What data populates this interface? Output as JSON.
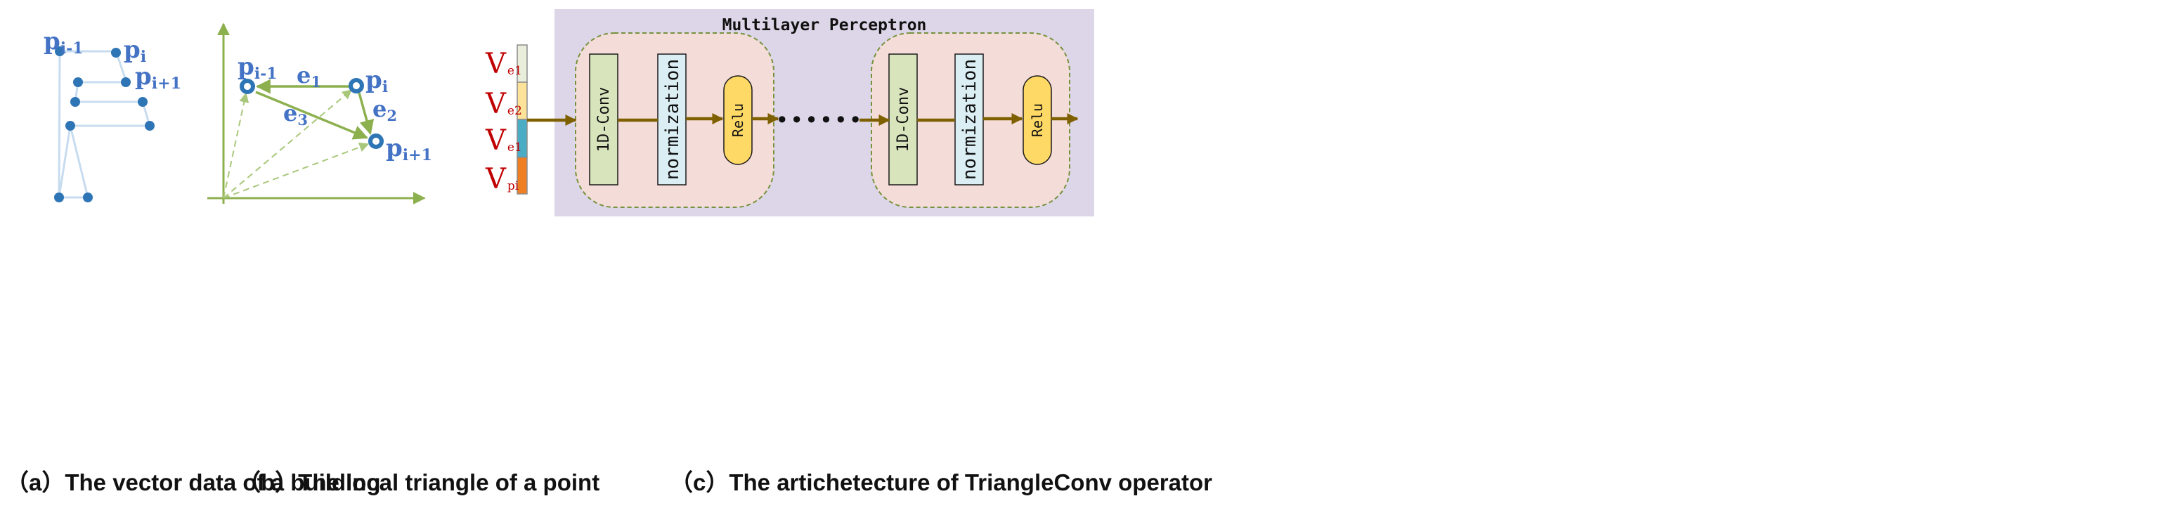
{
  "panel_a": {
    "caption": "（a）The vector data of a building",
    "labels": [
      {
        "main": "p",
        "sub": "i-1"
      },
      {
        "main": "p",
        "sub": "i"
      },
      {
        "main": "p",
        "sub": "i+1"
      }
    ]
  },
  "panel_b": {
    "caption": "（b）The local triangle of a point",
    "points": [
      {
        "main": "p",
        "sub": "i-1"
      },
      {
        "main": "p",
        "sub": "i"
      },
      {
        "main": "p",
        "sub": "i+1"
      }
    ],
    "edges": [
      {
        "main": "e",
        "sub": "1"
      },
      {
        "main": "e",
        "sub": "2"
      },
      {
        "main": "e",
        "sub": "3"
      }
    ]
  },
  "panel_c": {
    "caption": "（c）The artichetecture of TriangleConv operator",
    "title": "Multilayer Perceptron",
    "vectors": [
      {
        "main": "V",
        "sub": "e1",
        "color": "#e9eddc"
      },
      {
        "main": "V",
        "sub": "e2",
        "color": "#fde29a"
      },
      {
        "main": "V",
        "sub": "e1",
        "color": "#4bacc6"
      },
      {
        "main": "V",
        "sub": "pi",
        "color": "#f07f23"
      }
    ],
    "block1": {
      "conv": "1D-Conv",
      "norm": "normization",
      "act": "Relu"
    },
    "block2": {
      "conv": "1D-Conv",
      "norm": "normization",
      "act": "Relu"
    },
    "ellipsis": "••••••",
    "colors": {
      "mlp_bg": "#dcd6e8",
      "block_bg": "#f4dcd8",
      "conv": "#d7e4bc",
      "norm": "#dbeef4",
      "relu": "#ffd966",
      "arrow": "#7f6000",
      "green": "#8db04f",
      "blue": "#2e75b6"
    }
  }
}
